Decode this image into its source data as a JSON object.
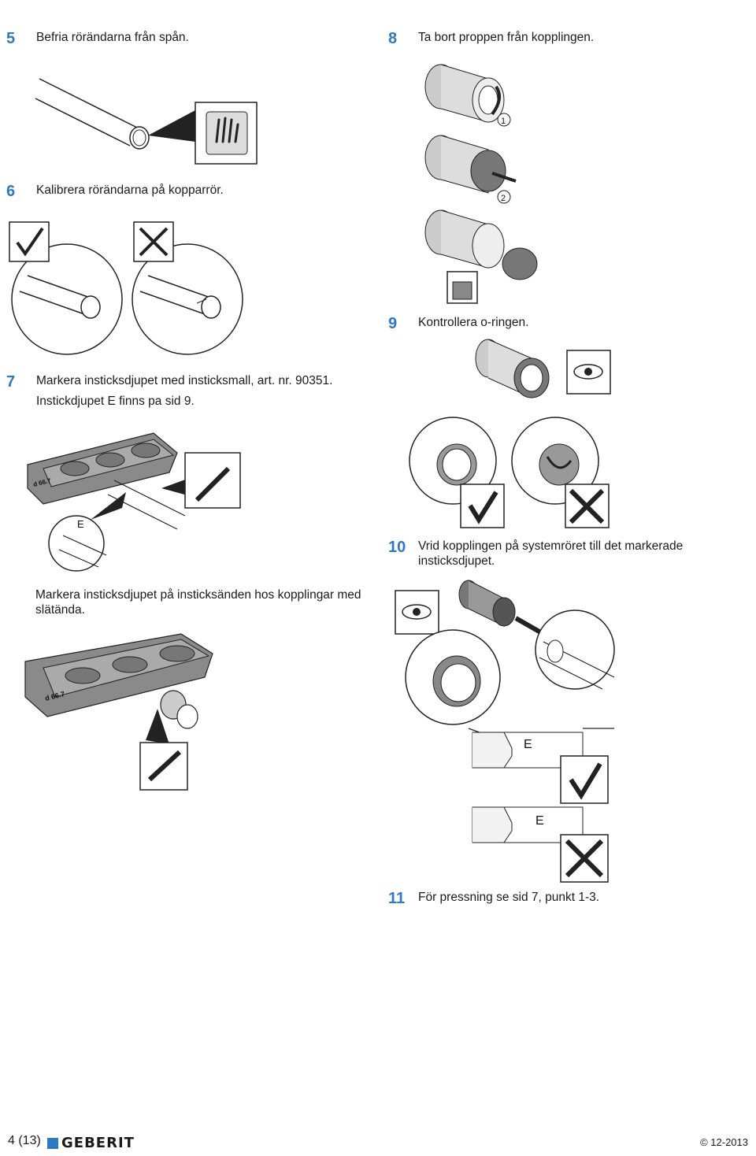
{
  "steps": {
    "s5": {
      "num": "5",
      "text": "Befria rörändarna från spån."
    },
    "s6": {
      "num": "6",
      "text": "Kalibrera rörändarna på kopparrör."
    },
    "s7": {
      "num": "7",
      "line1": "Markera insticksdjupet med insticksmall, art. nr. 90351.",
      "line2": "Instickdjupet E finns pa sid 9."
    },
    "s7b": {
      "line1": "Markera insticksdjupet på insticksänden hos kopplingar med",
      "line2": "slätända."
    },
    "s8": {
      "num": "8",
      "text": "Ta bort proppen från kopplingen."
    },
    "s9": {
      "num": "9",
      "text": "Kontrollera o-ringen."
    },
    "s10": {
      "num": "10",
      "line1": "Vrid kopplingen på systemröret till det markerade",
      "line2": "insticksdjupet."
    },
    "s11": {
      "num": "11",
      "text": "För pressning se sid 7, punkt 1-3."
    }
  },
  "figures": {
    "callout_1": "1",
    "callout_2": "2",
    "mark_e": "E",
    "gauge_label": "d 66.7"
  },
  "footer": {
    "page": "4 (13)",
    "brand": "GEBERIT",
    "copyright": "© 12-2013"
  },
  "colors": {
    "accent": "#2f78c4"
  }
}
